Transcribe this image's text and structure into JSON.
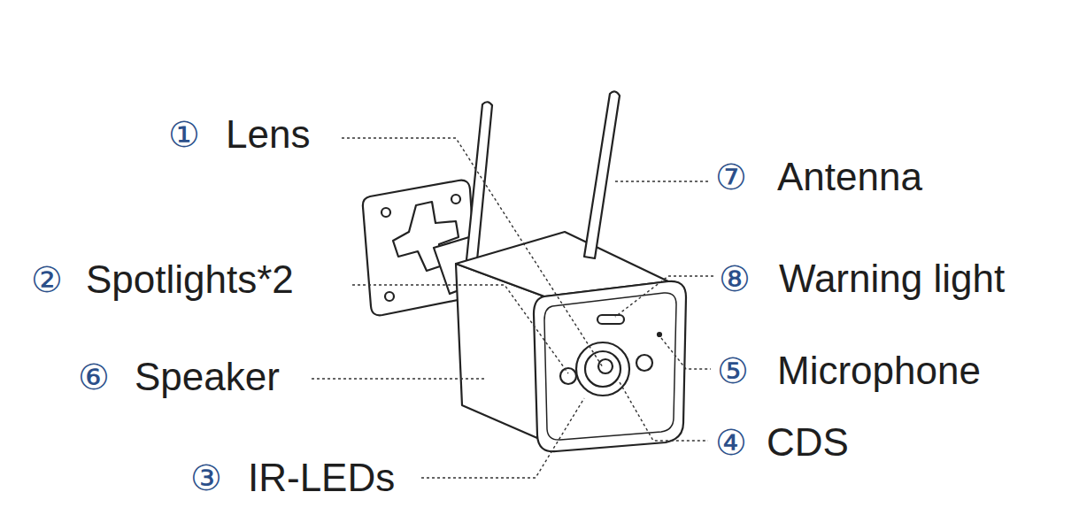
{
  "diagram": {
    "labels": [
      "①",
      "Lens",
      "⑦",
      "Antenna",
      "②",
      "Spotlights*2",
      "⑧",
      "Warning light",
      "⑥",
      "Speaker",
      "⑤",
      "Microphone",
      "④",
      "CDS",
      "③",
      "IR-LEDs"
    ]
  }
}
